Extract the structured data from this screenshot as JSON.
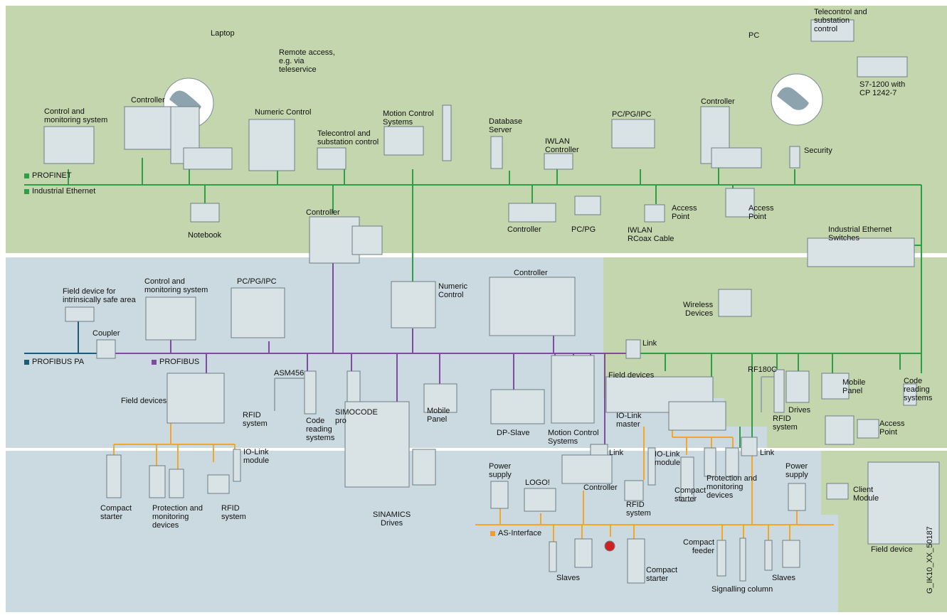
{
  "legend": {
    "profinet": {
      "label": "PROFINET",
      "color": "#2e9e47"
    },
    "industrial_ethernet": {
      "label": "Industrial Ethernet",
      "color": "#2e9e47"
    },
    "profibus_pa": {
      "label": "PROFIBUS PA",
      "color": "#1f5a78"
    },
    "profibus": {
      "label": "PROFIBUS",
      "color": "#7f4aa0"
    },
    "as_interface": {
      "label": "AS-Interface",
      "color": "#f0a020"
    }
  },
  "colors": {
    "green_zone": "#c4d6ad",
    "blue_zone": "#cbd9e0",
    "ethernet_line": "#2e9e47",
    "profibus_line": "#7f4aa0",
    "pa_line": "#1f5a78",
    "asi_line": "#f4a62a",
    "device": "#d9e3e6",
    "device_dark": "#5a6b72"
  },
  "labels": {
    "laptop": "Laptop",
    "remote_access": "Remote access,\ne.g. via\nteleservice",
    "controller_top": "Controller",
    "numeric_control_top": "Numeric Control",
    "control_monitoring_top": "Control and\nmonitoring system",
    "telecontrol_mid": "Telecontrol and\nsubstation control",
    "motion_control_top": "Motion Control\nSystems",
    "database_server": "Database\nServer",
    "iwlan_controller": "IWLAN\nController",
    "pc_pg_ipc_top": "PC/PG/IPC",
    "controller_top_right": "Controller",
    "pc": "PC",
    "telecontrol_top_right": "Telecontrol and\nsubstation\ncontrol",
    "s7_1200": "S7-1200 with\nCP 1242-7",
    "security": "Security",
    "notebook": "Notebook",
    "controller_lower": "Controller",
    "pc_pg": "PC/PG",
    "access_point_1": "Access\nPoint",
    "iwlan_rcoax": "IWLAN\nRCoax Cable",
    "access_point_2": "Access\nPoint",
    "industrial_ethernet_switches": "Industrial Ethernet\nSwitches",
    "controller_mid": "Controller",
    "field_device_safe": "Field device for\nintrinsically safe area",
    "control_monitoring_mid": "Control and\nmonitoring system",
    "pc_pg_ipc_mid": "PC/PG/IPC",
    "numeric_control_mid": "Numeric\nControl",
    "controller_mid_right": "Controller",
    "wireless_devices": "Wireless\nDevices",
    "coupler": "Coupler",
    "link_1": "Link",
    "asm456": "ASM456",
    "field_devices_left": "Field devices",
    "rfid_system_1": "RFID\nsystem",
    "code_reading_1": "Code\nreading\nsystems",
    "simocode_pro": "SIMOCODE\npro",
    "mobile_panel_1": "Mobile\nPanel",
    "dp_slave": "DP-Slave",
    "motion_control_mid": "Motion Control\nSystems",
    "field_devices_right": "Field devices",
    "io_link_master": "IO-Link\nmaster",
    "rf180c": "RF180C",
    "drives": "Drives",
    "mobile_panel_2": "Mobile\nPanel",
    "code_reading_2": "Code\nreading\nsystems",
    "rfid_system_2": "RFID\nsystem",
    "access_point_3": "Access\nPoint",
    "link_2": "Link",
    "link_3": "Link",
    "io_link_module_1": "IO-Link\nmodule",
    "compact_starter_1": "Compact\nstarter",
    "protection_monitoring_1": "Protection and\nmonitoring\ndevices",
    "rfid_system_3": "RFID\nsystem",
    "sinamics_drives": "SINAMICS\nDrives",
    "power_supply_1": "Power\nsupply",
    "logo": "LOGO!",
    "controller_bottom": "Controller",
    "rfid_system_4": "RFID\nsystem",
    "io_link_module_2": "IO-Link\nmodule",
    "compact_starter_2": "Compact\nstarter",
    "protection_monitoring_2": "Protection and\nmonitoring\ndevices",
    "power_supply_2": "Power\nsupply",
    "client_module": "Client\nModule",
    "field_device_bottom": "Field device",
    "slaves_1": "Slaves",
    "compact_starter_3": "Compact\nstarter",
    "compact_feeder": "Compact\nfeeder",
    "slaves_2": "Slaves",
    "signalling_column": "Signalling column",
    "doc_id": "G_IK10_XX_50187"
  }
}
